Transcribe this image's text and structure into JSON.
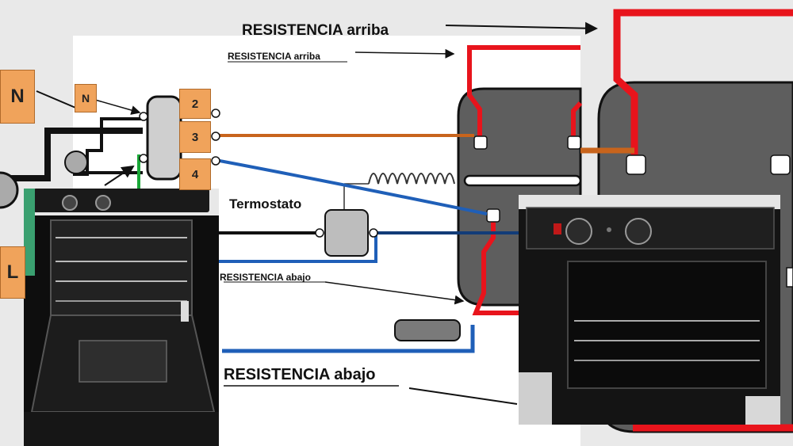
{
  "labels": {
    "res_top_big": "RESISTENCIA  arriba",
    "res_top_small": "RESISTENCIA  arriba",
    "res_bottom_big": "RESISTENCIA abajo",
    "res_bottom_small": "RESISTENCIA abajo",
    "termostato": "Termostato"
  },
  "terminals": {
    "n_big": "N",
    "n_small": "N",
    "l_big": "L",
    "t2": "2",
    "t3": "3",
    "t4": "4"
  },
  "colors": {
    "wire_red": "#e8141c",
    "wire_orange": "#c8641c",
    "wire_blue": "#1f5fb8",
    "wire_dark_blue": "#123c78",
    "wire_black": "#111111",
    "wire_green": "#1aa838",
    "oven_body": "#5c5c5c",
    "terminal_box": "#f0a35b"
  }
}
